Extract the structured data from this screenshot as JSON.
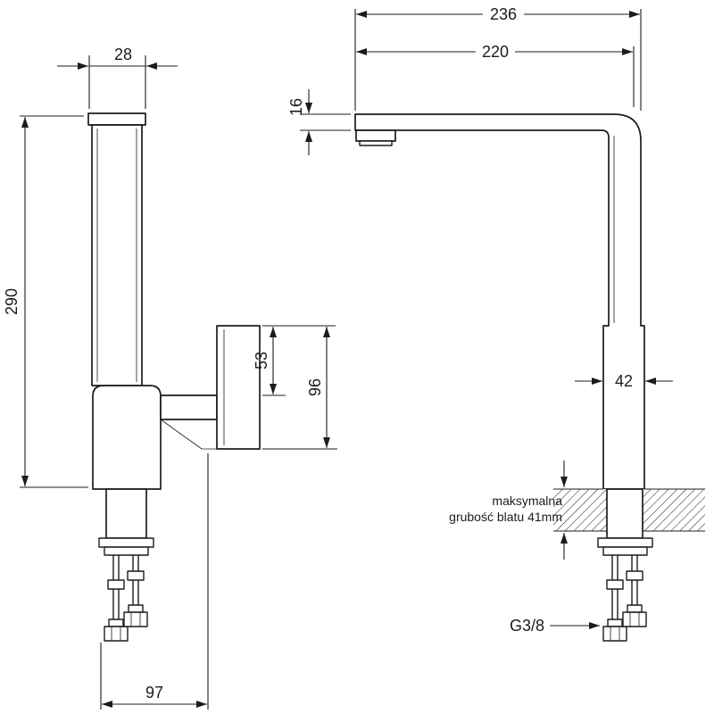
{
  "drawing": {
    "background": "#ffffff",
    "line_color": "#1c1c1c",
    "dims": {
      "d28": "28",
      "d290": "290",
      "d53": "53",
      "d96": "96",
      "d97": "97",
      "d236": "236",
      "d220": "220",
      "d16": "16",
      "d42": "42",
      "thread": "G3/8"
    },
    "notes": {
      "max_line1": "maksymalna",
      "max_line2": "grubość blatu 41mm"
    }
  }
}
